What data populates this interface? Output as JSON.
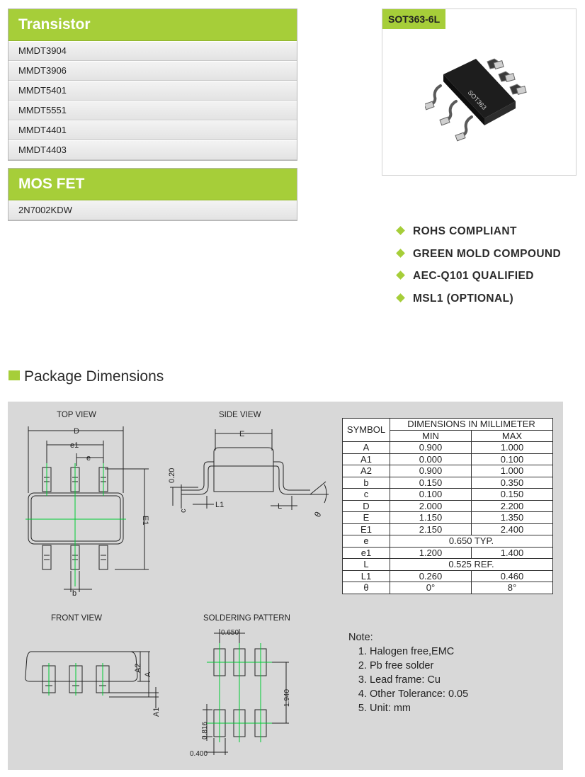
{
  "transistor": {
    "title": "Transistor",
    "items": [
      "MMDT3904",
      "MMDT3906",
      "MMDT5401",
      "MMDT5551",
      "MMDT4401",
      "MMDT4403"
    ]
  },
  "mosfet": {
    "title": "MOS FET",
    "items": [
      "2N7002KDW"
    ]
  },
  "package": {
    "label": "SOT363-6L",
    "marking": "SOT363"
  },
  "features": [
    "ROHS COMPLIANT",
    "GREEN MOLD COMPOUND",
    "AEC-Q101 QUALIFIED",
    "MSL1 (OPTIONAL)"
  ],
  "section": {
    "title": "Package Dimensions"
  },
  "views": {
    "top": "TOP VIEW",
    "side": "SIDE VIEW",
    "front": "FRONT VIEW",
    "soldering": "SOLDERING PATTERN"
  },
  "drawing_labels": {
    "D": "D",
    "e1": "e1",
    "e": "e",
    "E1": "E1",
    "b": "b",
    "E": "E",
    "dim_020": "0.20",
    "c": "c",
    "L1": "L1",
    "L": "L",
    "theta": "θ",
    "A2": "A2",
    "A": "A",
    "A1": "A1",
    "pitch": "0.650",
    "row_gap": "1.940",
    "pad_len": "0.816",
    "pad_w": "0.400"
  },
  "table": {
    "symbol_header": "SYMBOL",
    "dims_header": "DIMENSIONS  IN  MILLIMETER",
    "min_header": "MIN",
    "max_header": "MAX",
    "rows": [
      {
        "symbol": "A",
        "min": "0.900",
        "max": "1.000"
      },
      {
        "symbol": "A1",
        "min": "0.000",
        "max": "0.100"
      },
      {
        "symbol": "A2",
        "min": "0.900",
        "max": "1.000"
      },
      {
        "symbol": "b",
        "min": "0.150",
        "max": "0.350"
      },
      {
        "symbol": "c",
        "min": "0.100",
        "max": "0.150"
      },
      {
        "symbol": "D",
        "min": "2.000",
        "max": "2.200"
      },
      {
        "symbol": "E",
        "min": "1.150",
        "max": "1.350"
      },
      {
        "symbol": "E1",
        "min": "2.150",
        "max": "2.400"
      },
      {
        "symbol": "e",
        "span": "0.650  TYP."
      },
      {
        "symbol": "e1",
        "min": "1.200",
        "max": "1.400"
      },
      {
        "symbol": "L",
        "span": "0.525  REF."
      },
      {
        "symbol": "L1",
        "min": "0.260",
        "max": "0.460"
      },
      {
        "symbol": "θ",
        "min": "0°",
        "max": "8°"
      }
    ]
  },
  "notes": {
    "title": "Note:",
    "items": [
      "Halogen free,EMC",
      "Pb free solder",
      "Lead frame: Cu",
      "Other Tolerance:  0.05",
      "Unit: mm"
    ]
  }
}
